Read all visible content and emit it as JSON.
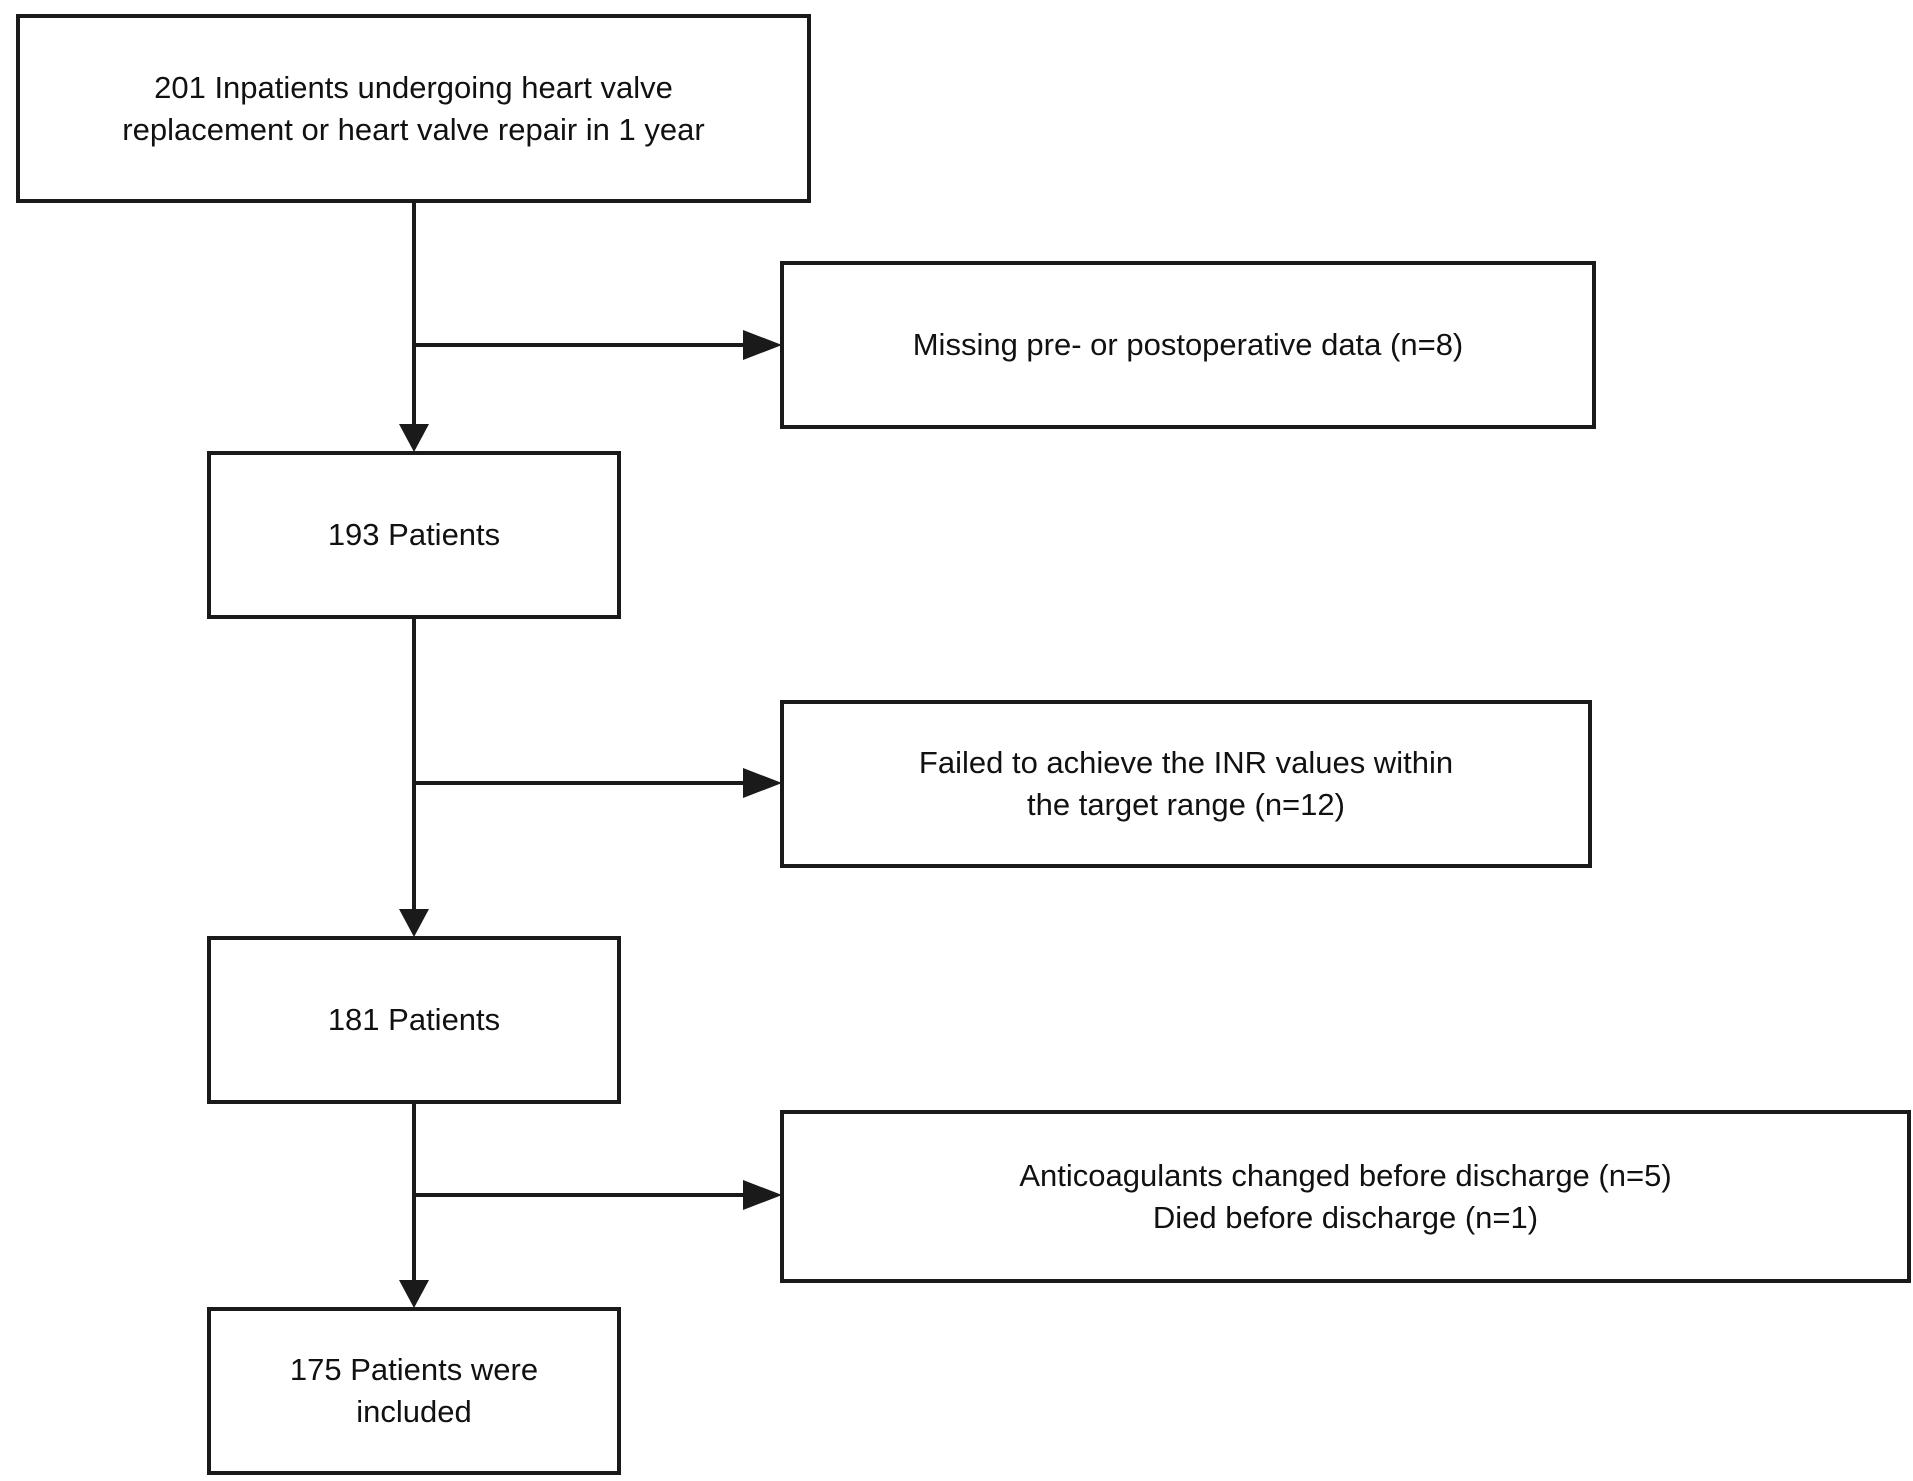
{
  "flowchart": {
    "start": {
      "text": "201 Inpatients undergoing heart valve replacement or heart valve repair in 1 year"
    },
    "exclusion_1": {
      "text": "Missing pre- or postoperative data (n=8)"
    },
    "step_2": {
      "text": "193 Patients"
    },
    "exclusion_2": {
      "lines": [
        "Failed to achieve the INR values within",
        "the target range (n=12)"
      ]
    },
    "step_3": {
      "text": "181 Patients"
    },
    "exclusion_3": {
      "lines": [
        "Anticoagulants changed before discharge (n=5)",
        "Died before discharge (n=1)"
      ]
    },
    "final": {
      "text": "175 Patients were included"
    }
  },
  "colors": {
    "stroke": "#1a1a1a",
    "background": "#ffffff",
    "text": "#111111"
  }
}
